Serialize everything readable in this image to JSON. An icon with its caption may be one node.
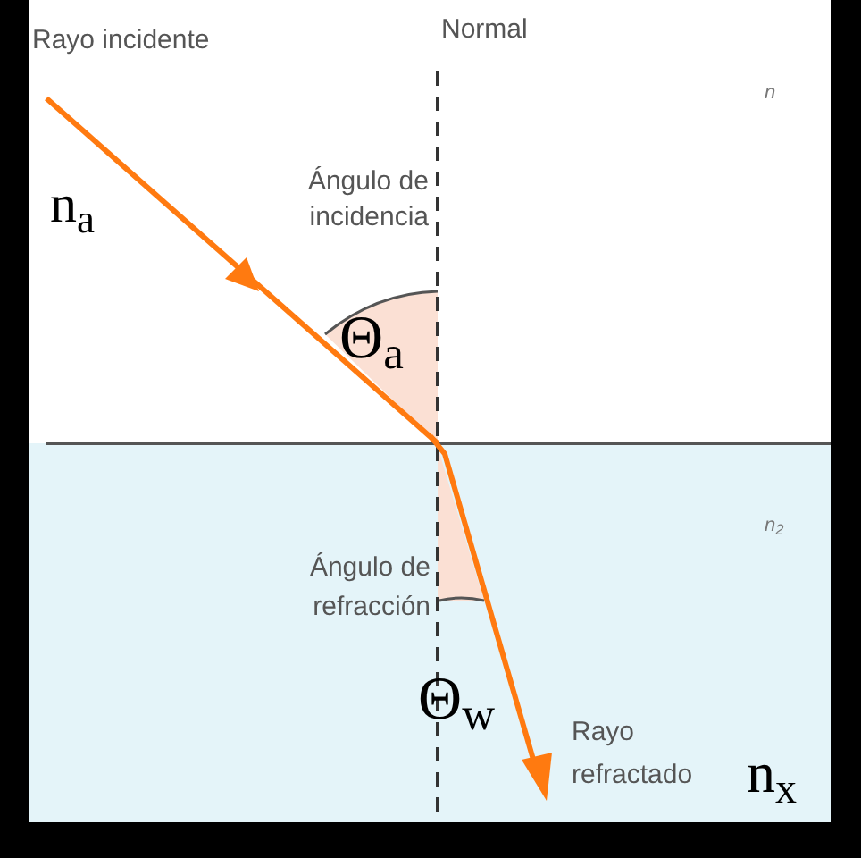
{
  "diagram": {
    "labels": [
      "Rayo incidente",
      "Normal",
      "n",
      "n$_{a}$",
      "Ángulo de incidencia",
      "Θ$_{a}$",
      "n$_{2}$",
      "Ángulo de refracción",
      "Θ$_{w}$",
      "Rayo refractado",
      "n$_{x}$"
    ]
  }
}
